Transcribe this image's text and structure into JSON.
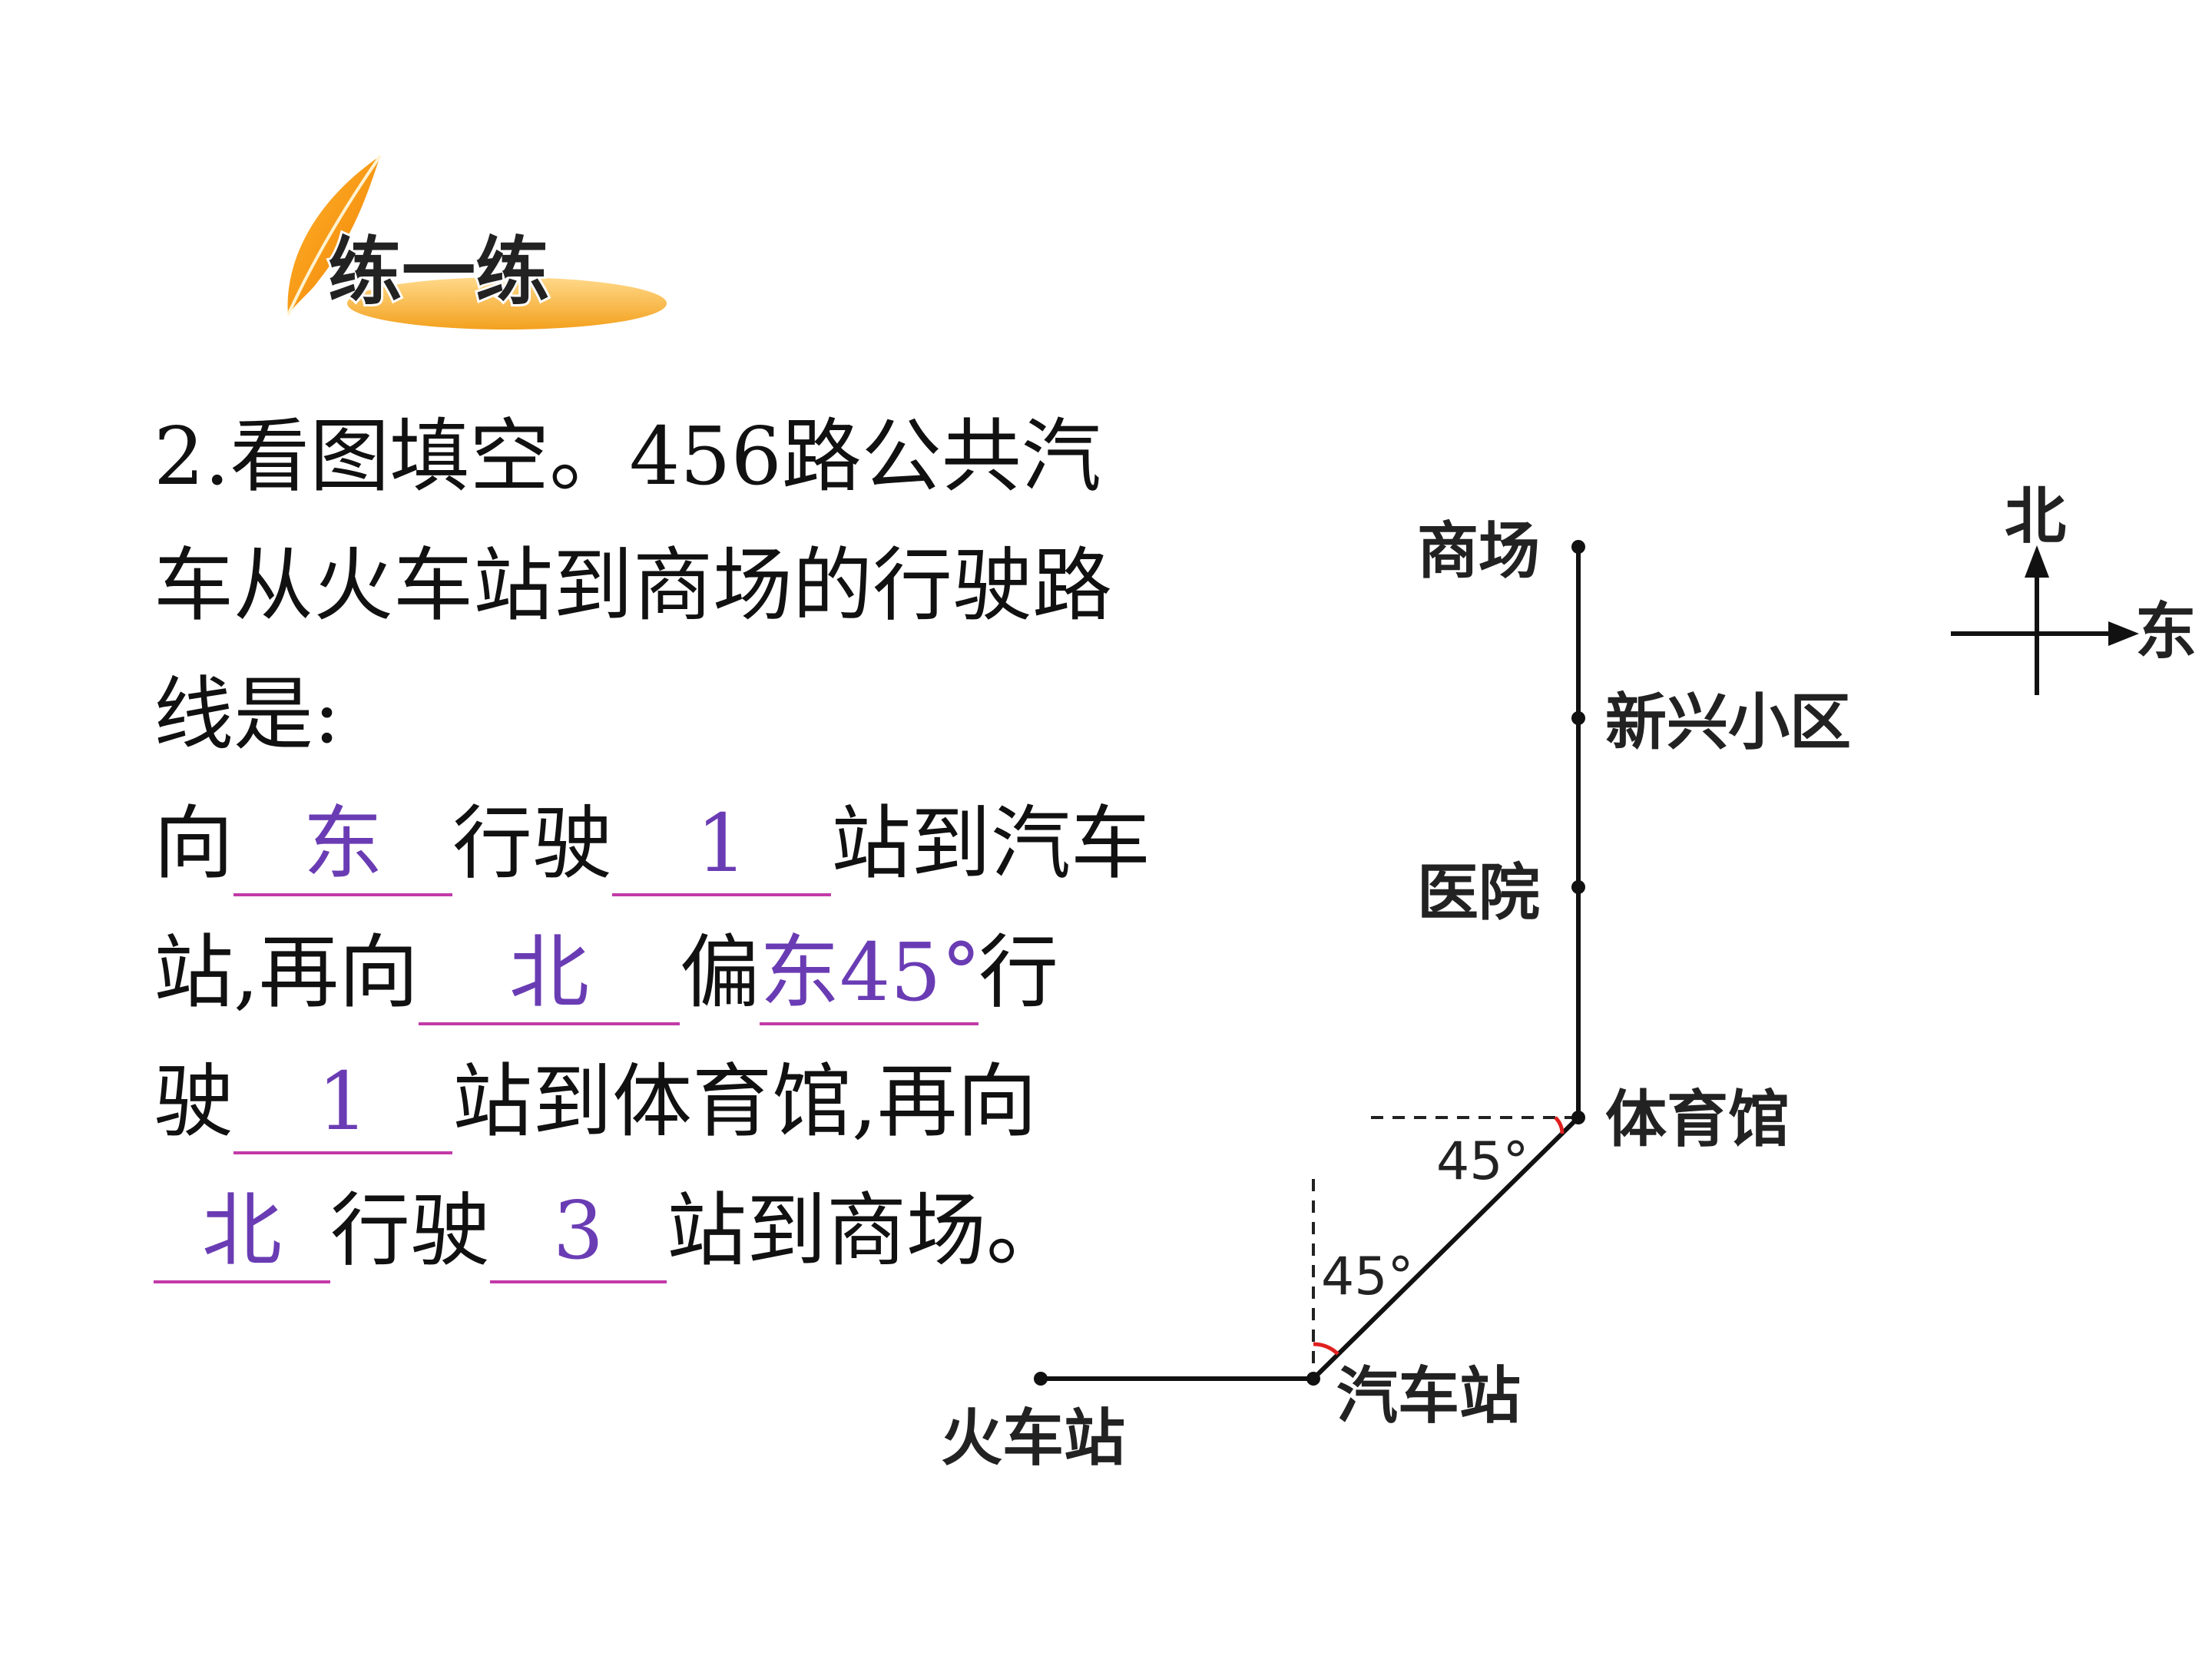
{
  "badge": {
    "title": "练一练"
  },
  "question": {
    "line1": "2.看图填空。456路公共汽",
    "line2": "车从火车站到商场的行驶路",
    "line3": "线是:",
    "l4_a": "向",
    "l4_blank1": "东",
    "l4_b": "行驶",
    "l4_blank2": "1",
    "l4_c": "站到汽车",
    "l5_a": "站,再向",
    "l5_blank1": "北",
    "l5_b": "偏",
    "l5_blank2": "东45°",
    "l5_c": "行",
    "l6_a": "驶",
    "l6_blank1": "1",
    "l6_b": "站到体育馆,再向",
    "l7_blank1": "北",
    "l7_a": "行驶",
    "l7_blank2": "3",
    "l7_b": "站到商场。"
  },
  "map": {
    "stops": {
      "mall": "商场",
      "xinxing": "新兴小区",
      "hospital": "医院",
      "stadium": "体育馆",
      "bus_station": "汽车站",
      "train_station": "火车站"
    },
    "angle_top": "45°",
    "angle_bottom": "45°",
    "compass": {
      "north": "北",
      "east": "东"
    }
  },
  "colors": {
    "answer": "#6a3cb4",
    "underline": "#c23aa8",
    "badge": "#f5a623",
    "angle_arc": "#e02020"
  }
}
